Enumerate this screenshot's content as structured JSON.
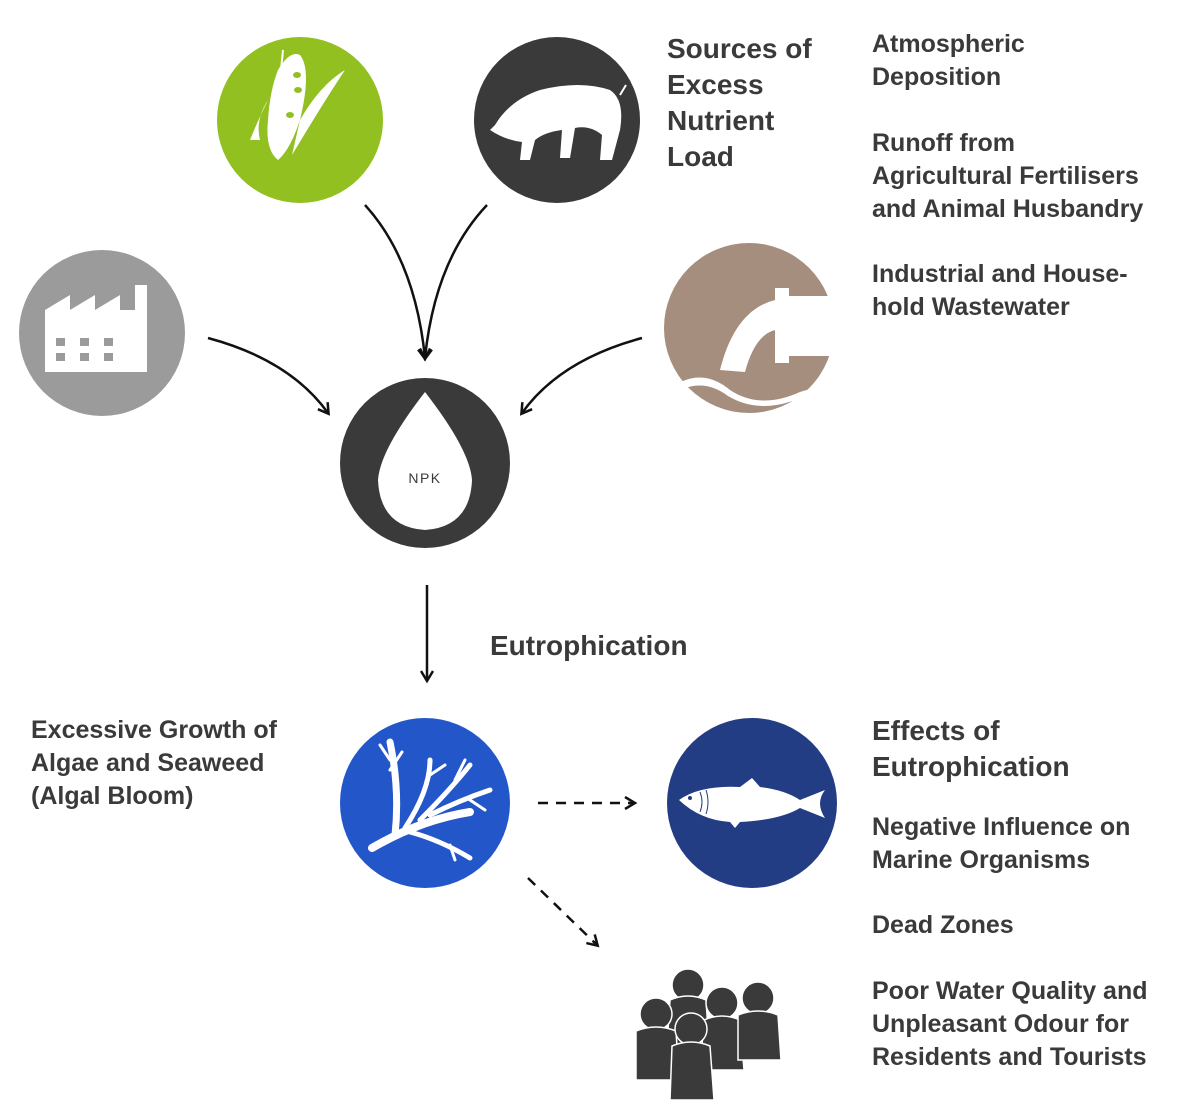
{
  "colors": {
    "corn": "#92c020",
    "pig": "#3a3a3a",
    "factory": "#9b9b9b",
    "wastewater": "#a58e7e",
    "npk": "#3a3a3a",
    "algae": "#2356c9",
    "fish": "#233d84",
    "people": "#3a3a3a",
    "text": "#3a3a3a"
  },
  "npk_label": "NPK",
  "sources": {
    "heading": [
      "Sources of",
      "Excess",
      "Nutrient",
      "Load"
    ],
    "items": [
      [
        "Atmospheric",
        "Deposition"
      ],
      [
        "Runoff from",
        "Agricultural Fertilisers",
        "and Animal Husbandry"
      ],
      [
        "Industrial and House-",
        "hold Wastewater"
      ]
    ]
  },
  "process_label": "Eutrophication",
  "algal_bloom": [
    "Excessive Growth of",
    "Algae and Seaweed",
    "(Algal Bloom)"
  ],
  "effects": {
    "heading": [
      "Effects of",
      "Eutrophication"
    ],
    "items": [
      [
        "Negative Influence on",
        "Marine Organisms"
      ],
      [
        "Dead Zones"
      ],
      [
        "Poor Water Quality and",
        "Unpleasant Odour for",
        "Residents and Tourists"
      ]
    ]
  }
}
